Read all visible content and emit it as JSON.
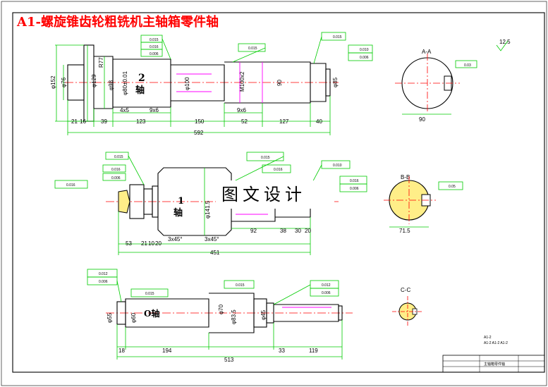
{
  "title": "A1-螺旋锥齿轮粗铣机主轴箱零件轴",
  "watermark": "图文设计",
  "labels": {
    "shaft2": "2",
    "shaft2b": "轴",
    "shaft1": "1",
    "shaft1b": "轴",
    "shaft0": "O轴"
  },
  "section_labels": {
    "aa": "A-A",
    "bb": "B-B",
    "cc": "C-C"
  },
  "dims_shaft2": {
    "overall": "592",
    "seg1": "21",
    "seg1b": "16",
    "seg2": "39",
    "seg3": "123",
    "seg4": "150",
    "seg5": "52",
    "seg6": "127",
    "seg7": "40",
    "keyway1": "4x5",
    "keyway2": "9x6",
    "keyway3": "9x6",
    "d152": "φ152",
    "d76": "φ76",
    "d129": "φ129",
    "r77": "R77",
    "d80": "φ80±0.01",
    "d98": "φ98",
    "d100": "φ100",
    "m100": "M100x2",
    "d90": "90",
    "d85": "φ85",
    "roughness": "12.5",
    "tol1": "0.015",
    "tol2": "0.016",
    "tol3": "0.006",
    "tol4": "0.015",
    "tol5": "0.015",
    "tol6": "0.010",
    "tol7": "0.006",
    "sec_a": "0.03",
    "sec_a_w": "90"
  },
  "dims_shaft1": {
    "overall": "451",
    "seg1": "53",
    "seg2": "21",
    "seg3": "10",
    "seg4": "20",
    "seg5": "92",
    "seg6": "38",
    "seg7": "30",
    "seg8": "20",
    "chamfer1": "3x45°",
    "chamfer2": "3x45°",
    "d141": "φ141.5",
    "tol1": "0.015",
    "tol2": "0.016",
    "tol3": "0.006",
    "tol4": "0.016",
    "tol5": "0.015",
    "tol6": "0.016",
    "tol7": "0.010",
    "tol8": "0.016",
    "tol9": "0.006",
    "sec_b_w": "71.5",
    "sec_b": "0.05"
  },
  "dims_shaft0": {
    "overall": "513",
    "seg1": "18",
    "seg2": "194",
    "seg3": "33",
    "seg4": "119",
    "d55": "φ55",
    "d60": "φ60",
    "d70": "φ70",
    "d83": "φ83.5",
    "d45": "φ45",
    "tol1": "0.012",
    "tol2": "0.006",
    "tol3": "0.015",
    "tol4": "0.015",
    "tol5": "0.012",
    "tol6": "0.006"
  },
  "title_block": {
    "line1": "A1-2",
    "line2": "A1-2 A1-2 A1-2",
    "name": "主轴箱零件轴"
  }
}
